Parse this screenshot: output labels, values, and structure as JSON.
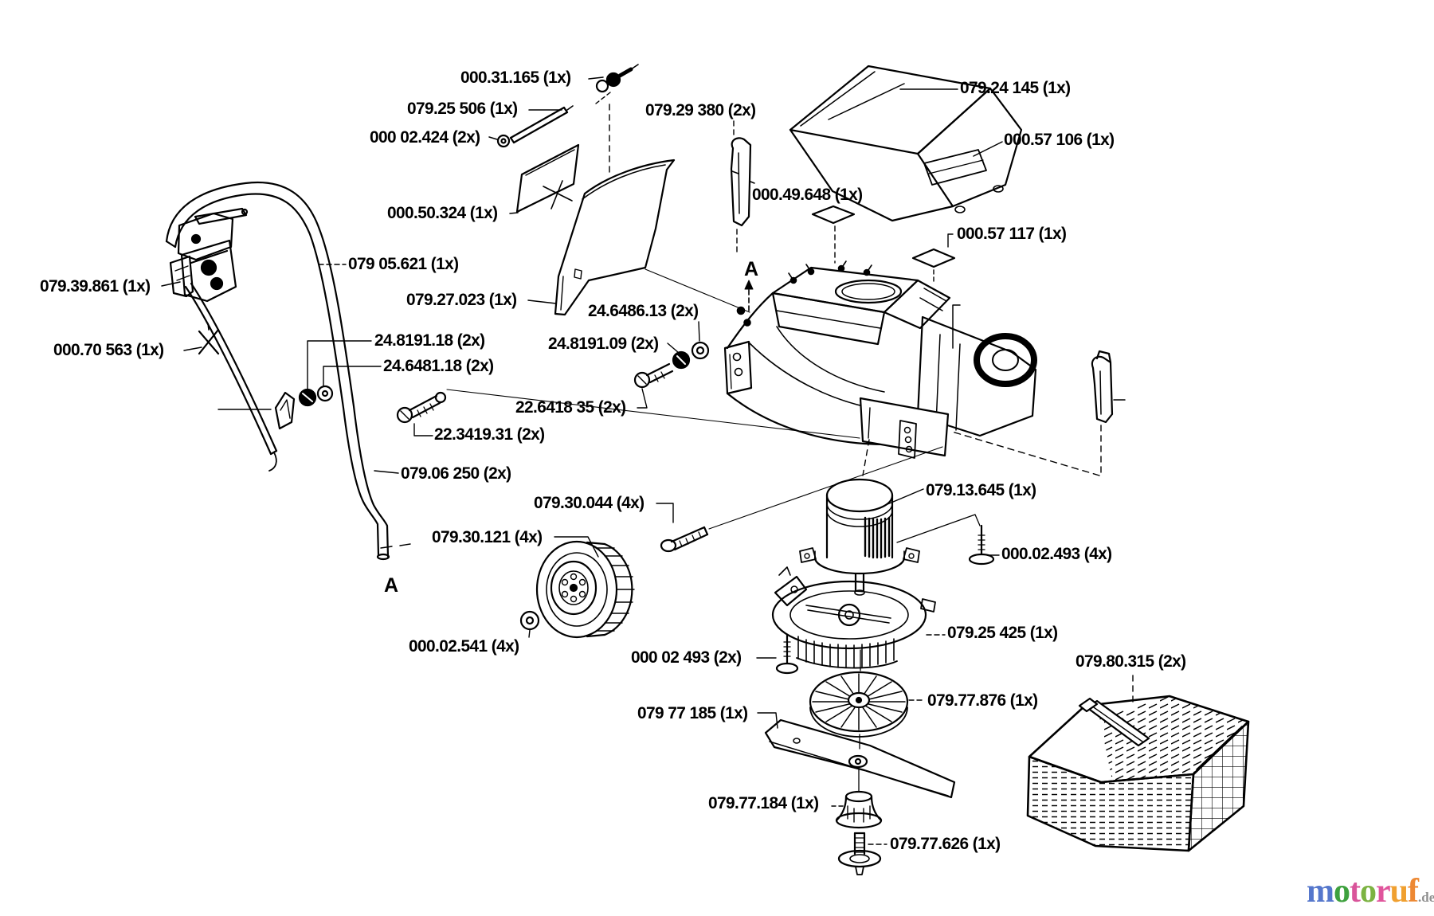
{
  "parts": [
    {
      "label": "000.31.165 (1x)"
    },
    {
      "label": "079.25 506 (1x)"
    },
    {
      "label": "000 02.424 (2x)"
    },
    {
      "label": "000.50.324 (1x)"
    },
    {
      "label": "079.29 380 (2x)"
    },
    {
      "label": "079.24 145 (1x)"
    },
    {
      "label": "000.57 106 (1x)"
    },
    {
      "label": "000.49.648 (1x)"
    },
    {
      "label": "000.57 117 (1x)"
    },
    {
      "label": "079 05.621 (1x)"
    },
    {
      "label": "079.39.861 (1x)"
    },
    {
      "label": "079.27.023 (1x)"
    },
    {
      "label": "000.70 563 (1x)"
    },
    {
      "label": "24.8191.18 (2x)"
    },
    {
      "label": "24.6481.18 (2x)"
    },
    {
      "label": "24.6486.13 (2x)"
    },
    {
      "label": "24.8191.09 (2x)"
    },
    {
      "label": "22.6418 35 (2x)"
    },
    {
      "label": "22.3419.31 (2x)"
    },
    {
      "label": "079.06 250 (2x)"
    },
    {
      "label": "079.30.044 (4x)"
    },
    {
      "label": "079.30.121 (4x)"
    },
    {
      "label": "000.02.541 (4x)"
    },
    {
      "label": "079.13.645 (1x)"
    },
    {
      "label": "000.02.493 (4x)"
    },
    {
      "label": "079.25 425 (1x)"
    },
    {
      "label": "000 02 493 (2x)"
    },
    {
      "label": "079 77 185 (1x)"
    },
    {
      "label": "079.77.876 (1x)"
    },
    {
      "label": "079.77.184 (1x)"
    },
    {
      "label": "079.77.626 (1x)"
    },
    {
      "label": "079.80.315 (2x)"
    }
  ],
  "markers": [
    "A",
    "A"
  ],
  "watermark": {
    "letters": [
      {
        "ch": "m",
        "color": "#5577cc"
      },
      {
        "ch": "o",
        "color": "#3ea13e"
      },
      {
        "ch": "t",
        "color": "#d9549a"
      },
      {
        "ch": "o",
        "color": "#7cb342"
      },
      {
        "ch": "r",
        "color": "#e0559c"
      },
      {
        "ch": "u",
        "color": "#f0a030"
      },
      {
        "ch": "f",
        "color": "#ed8833"
      }
    ],
    "suffix": ".de",
    "suffix_color": "#909090"
  },
  "colors": {
    "line": "#000000",
    "background": "#ffffff"
  }
}
